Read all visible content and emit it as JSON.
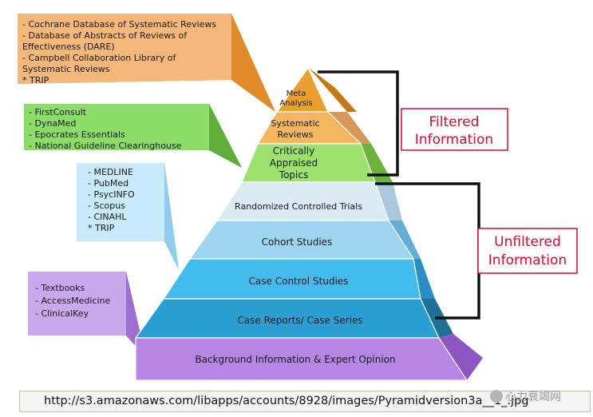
{
  "pyramid": {
    "levels": [
      {
        "id": "meta",
        "lines": [
          "Meta",
          "Analysis"
        ],
        "color": "#e9a030",
        "side": "#c27a18"
      },
      {
        "id": "systematic",
        "lines": [
          "Systematic",
          "Reviews"
        ],
        "color": "#f5b662",
        "side": "#d8985a"
      },
      {
        "id": "critically",
        "lines": [
          "Critically",
          "Appraised",
          "Topics"
        ],
        "color": "#9be16b",
        "side": "#6ab43a"
      },
      {
        "id": "rct",
        "lines": [
          "Randomized Controlled Trials"
        ],
        "color": "#dceaf4",
        "side": "#a9c8dc"
      },
      {
        "id": "cohort",
        "lines": [
          "Cohort Studies"
        ],
        "color": "#9dd4f2",
        "side": "#64aed6"
      },
      {
        "id": "case-control",
        "lines": [
          "Case Control Studies"
        ],
        "color": "#43bbef",
        "side": "#2a8fc4"
      },
      {
        "id": "case-reports",
        "lines": [
          "Case Reports/ Case Series"
        ],
        "color": "#2b9fd4",
        "side": "#1f6f96"
      },
      {
        "id": "background",
        "lines": [
          "Background Information & Expert Opinion"
        ],
        "color": "#b686e4",
        "side": "#8e56c4"
      }
    ]
  },
  "categories": {
    "filtered": {
      "lines": [
        "Filtered",
        "Information"
      ]
    },
    "unfiltered": {
      "lines": [
        "Unfiltered",
        "Information"
      ]
    }
  },
  "sources": {
    "orange": {
      "lines": [
        "- Cochrane Database of Systematic Reviews",
        "- Database of Abstracts of Reviews of",
        "Effectiveness (DARE)",
        "- Campbell Collaboration Library of",
        "Systematic Reviews",
        "* TRIP"
      ]
    },
    "green": {
      "lines": [
        "- FirstConsult",
        "- DynaMed",
        "- Epocrates Essentials",
        "- National Guideline Clearinghouse"
      ]
    },
    "blue": {
      "lines": [
        "- MEDLINE",
        "- PubMed",
        "- PsycINFO",
        "- Scopus",
        "- CINAHL",
        "* TRIP"
      ]
    },
    "purple": {
      "lines": [
        "- Textbooks",
        "- AccessMedicine",
        "- ClinicalKey"
      ]
    }
  },
  "footer": {
    "url": "http://s3.amazonaws.com/libapps/accounts/8928/images/Pyramidversion3a__1_.jpg",
    "watermark": "心力衰竭网"
  },
  "colors": {
    "orange_box": "#f5b87a",
    "green_box": "#8cdc6a",
    "blue_box": "#c9eafc",
    "purple_box": "#cba8ee",
    "category_text": "#c8102e"
  }
}
